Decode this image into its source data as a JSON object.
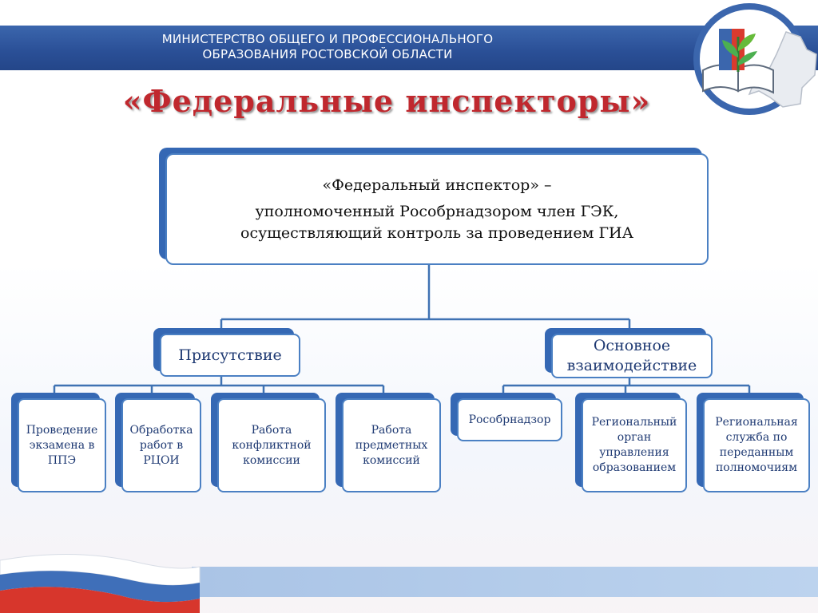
{
  "header": {
    "line1": "МИНИСТЕРСТВО ОБЩЕГО И ПРОФЕССИОНАЛЬНОГО",
    "line2": "ОБРАЗОВАНИЯ РОСТОВСКОЙ ОБЛАСТИ"
  },
  "logo": {
    "icon": "ministry-book-logo-icon"
  },
  "title": "«Федеральные инспекторы»",
  "definition": {
    "line1": "«Федеральный инспектор» –",
    "line2": "уполномоченный Рособрнадзором член ГЭК,",
    "line3": "осуществляющий контроль за проведением ГИА"
  },
  "branches": [
    {
      "label": "Присутствие",
      "items": [
        "Проведение экзамена в ППЭ",
        "Обработка работ в РЦОИ",
        "Работа конфликтной комиссии",
        "Работа предметных комиссий"
      ]
    },
    {
      "label": "Основное взаимодействие",
      "items": [
        "Рособрнадзор",
        "Региональный орган управления образованием",
        "Региональная служба по переданным полномочиям"
      ]
    }
  ],
  "colors": {
    "header_band": "#2a4f96",
    "title_red": "#c0282e",
    "box_border": "#4b80c3",
    "box_shadow": "#3568b4",
    "connector": "#3f72b3"
  }
}
